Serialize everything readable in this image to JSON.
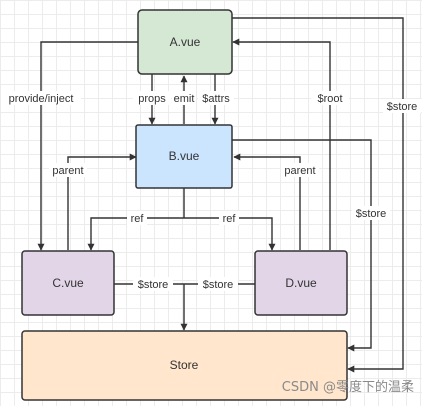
{
  "nodes": {
    "a": {
      "label": "A.vue",
      "fill": "#d5e8d4",
      "stroke": "#333333"
    },
    "b": {
      "label": "B.vue",
      "fill": "#cce5ff",
      "stroke": "#333333"
    },
    "c": {
      "label": "C.vue",
      "fill": "#e1d5e7",
      "stroke": "#333333"
    },
    "d": {
      "label": "D.vue",
      "fill": "#e1d5e7",
      "stroke": "#333333"
    },
    "store": {
      "label": "Store",
      "fill": "#ffe6cc",
      "stroke": "#333333"
    }
  },
  "edges": {
    "provide_inject": "provide/inject",
    "props": "props",
    "emit": "emit",
    "attrs": "$attrs",
    "root": "$root",
    "store_a": "$store",
    "store_b": "$store",
    "parent_c": "parent",
    "parent_d": "parent",
    "ref_c": "ref",
    "ref_d": "ref",
    "store_c": "$store",
    "store_d": "$store"
  },
  "watermark": "CSDN @零度下的温柔"
}
